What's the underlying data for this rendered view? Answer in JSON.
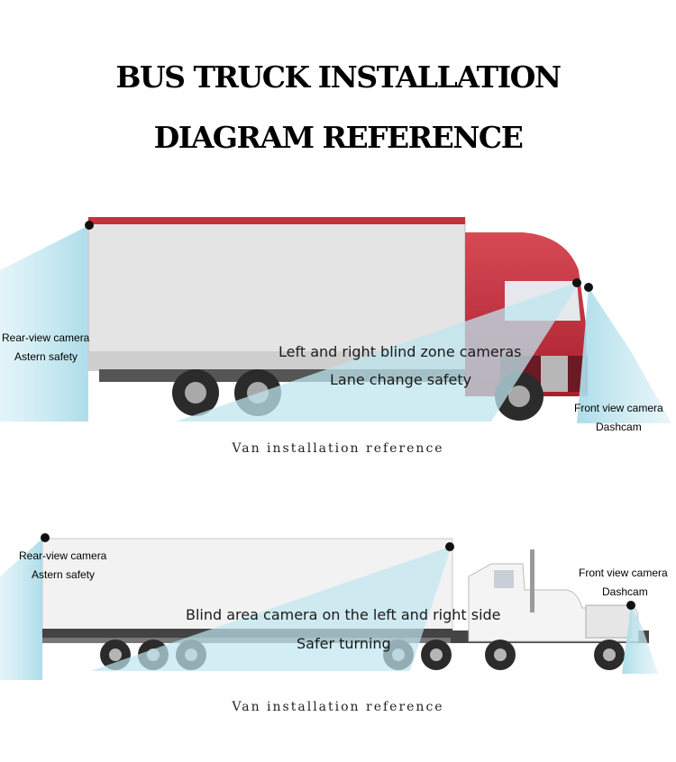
{
  "title": {
    "line1": "BUS TRUCK INSTALLATION",
    "line2": "DIAGRAM REFERENCE"
  },
  "diagram1": {
    "rear_camera": {
      "line1": "Rear-view camera",
      "line2": "Astern safety"
    },
    "blind_zone": {
      "line1": "Left and right blind zone cameras",
      "line2": "Lane change safety"
    },
    "front_camera": {
      "line1": "Front view camera",
      "line2": "Dashcam"
    },
    "caption": "Van installation reference"
  },
  "diagram2": {
    "rear_camera": {
      "line1": "Rear-view camera",
      "line2": "Astern safety"
    },
    "blind_area": {
      "line1": "Blind area camera on the left and right side",
      "line2": "Safer turning"
    },
    "front_camera": {
      "line1": "Front view camera",
      "line2": "Dashcam"
    },
    "caption": "Van installation reference"
  },
  "colors": {
    "cab_red": "#c8303c",
    "cover_gray": "#e2e2e2",
    "camera_beam": "#bfe6ef",
    "camera_dot": "#111111"
  }
}
